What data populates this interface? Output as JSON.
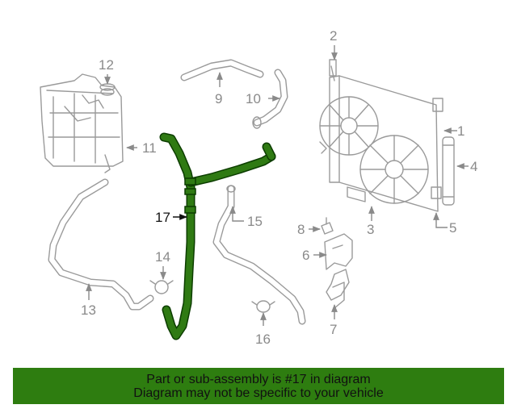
{
  "callouts": {
    "c1": "1",
    "c2": "2",
    "c3": "3",
    "c4": "4",
    "c5": "5",
    "c6": "6",
    "c7": "7",
    "c8": "8",
    "c9": "9",
    "c10": "10",
    "c11": "11",
    "c12": "12",
    "c13": "13",
    "c14": "14",
    "c15": "15",
    "c16": "16",
    "c17": "17"
  },
  "highlighted_part": "17",
  "colors": {
    "highlight": "#2f7a13",
    "banner": "#2e7d10",
    "line_art": "#9a9a9a"
  },
  "banner": {
    "line1": "Part or sub-assembly is #17 in diagram",
    "line2": "Diagram may not be specific to your vehicle"
  }
}
